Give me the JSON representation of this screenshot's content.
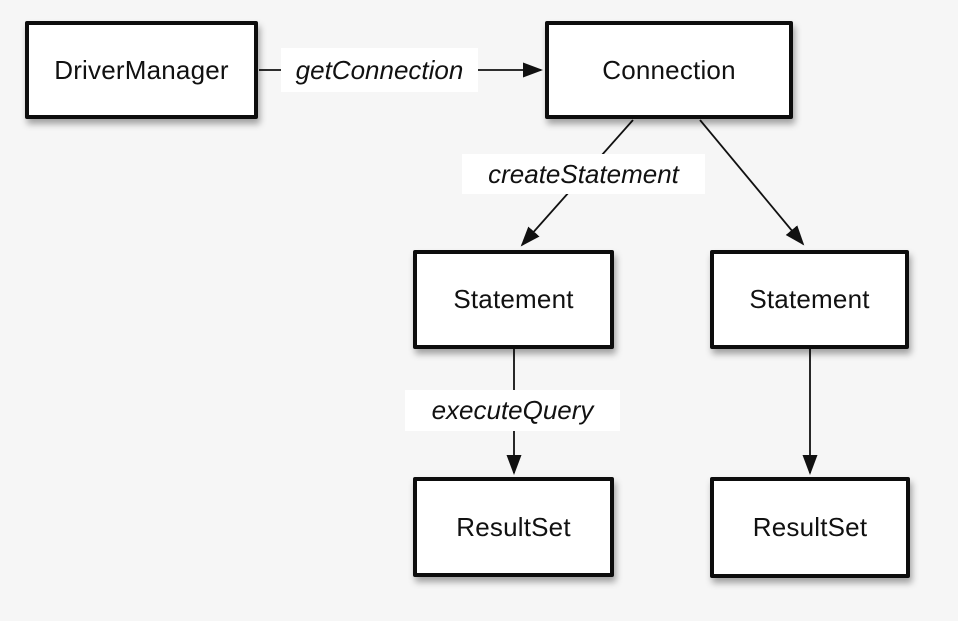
{
  "diagram": {
    "background_color": "#f6f6f6",
    "node_fill": "#ffffff",
    "node_border_color": "#0d0d0d",
    "connector_color": "#111111",
    "nodes": [
      {
        "id": "driver-manager",
        "label": "DriverManager"
      },
      {
        "id": "connection",
        "label": "Connection"
      },
      {
        "id": "statement-left",
        "label": "Statement"
      },
      {
        "id": "statement-right",
        "label": "Statement"
      },
      {
        "id": "resultset-left",
        "label": "ResultSet"
      },
      {
        "id": "resultset-right",
        "label": "ResultSet"
      }
    ],
    "edges": [
      {
        "from": "DriverManager",
        "to": "Connection",
        "label": "getConnection"
      },
      {
        "from": "Connection",
        "to": "Statement (left)",
        "label": "createStatement"
      },
      {
        "from": "Connection",
        "to": "Statement (right)",
        "label": ""
      },
      {
        "from": "Statement (left)",
        "to": "ResultSet (left)",
        "label": "executeQuery"
      },
      {
        "from": "Statement (right)",
        "to": "ResultSet (right)",
        "label": ""
      }
    ]
  }
}
